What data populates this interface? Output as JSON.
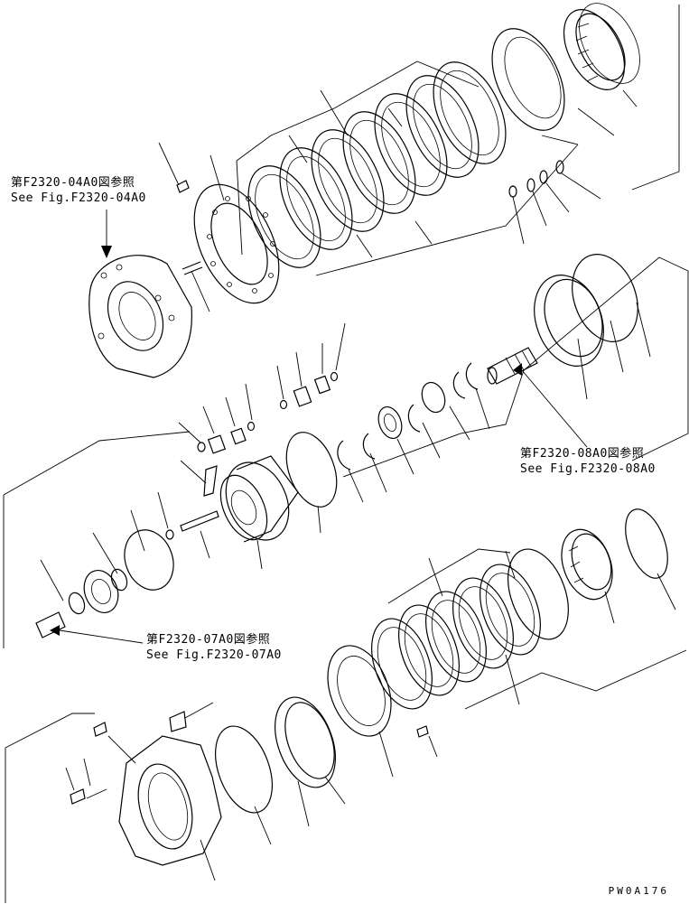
{
  "references": [
    {
      "id": "ref-04",
      "jp": "第F2320-04A0図参照",
      "en": "See Fig.F2320-04A0"
    },
    {
      "id": "ref-08",
      "jp": "第F2320-08A0図参照",
      "en": "See Fig.F2320-08A0"
    },
    {
      "id": "ref-07",
      "jp": "第F2320-07A0図参照",
      "en": "See Fig.F2320-07A0"
    }
  ],
  "drawing_code": "PW0A176"
}
